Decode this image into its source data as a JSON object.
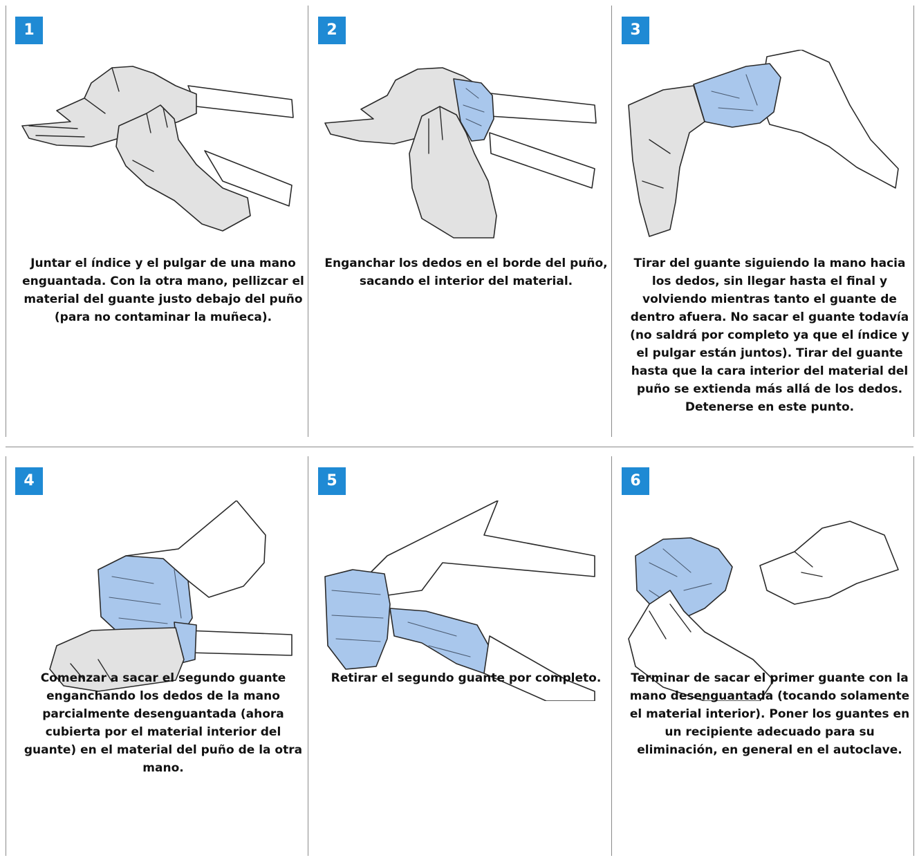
{
  "colors": {
    "badge": "#1f8ad4",
    "glove_outer": "#e2e2e2",
    "glove_inner": "#a9c7ec"
  },
  "steps": [
    {
      "number": "1",
      "text": "Juntar el índice y el pulgar de una mano enguantada. Con la otra mano, pellizcar el material del guante justo debajo del puño (para no contaminar la muñeca)."
    },
    {
      "number": "2",
      "text": "Enganchar los dedos en el borde del puño, sacando el interior del material."
    },
    {
      "number": "3",
      "text": "Tirar del guante siguiendo la mano hacia los dedos, sin llegar hasta el final y volviendo mientras tanto el guante de dentro afuera. No sacar el guante todavía (no saldrá por completo ya que el índice y el pulgar están juntos). Tirar del guante hasta que la cara interior del material del puño se extienda más allá de los dedos. Detenerse en este punto."
    },
    {
      "number": "4",
      "text": "Comenzar a sacar el segundo guante enganchando los dedos de la mano parcialmente desenguantada (ahora cubierta por el material interior del guante) en el material del puño de la otra mano."
    },
    {
      "number": "5",
      "text": "Retirar el segundo guante por completo."
    },
    {
      "number": "6",
      "text": "Terminar de sacar el primer guante con la mano desenguantada (tocando solamente el material interior). Poner los guantes en un recipiente adecuado para su eliminación, en general en el autoclave."
    }
  ]
}
